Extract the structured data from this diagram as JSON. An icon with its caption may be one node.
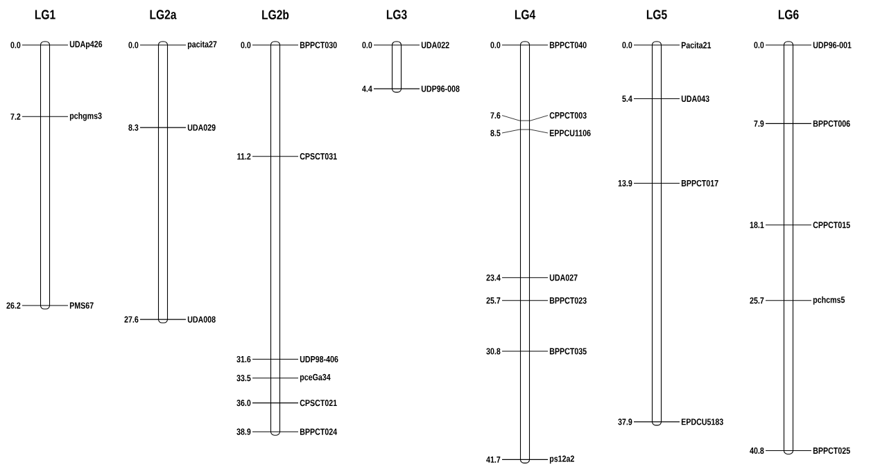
{
  "diagram": {
    "nodes": [
      {
        "text": [
          "LG1"
        ]
      },
      {
        "text": [
          "LG2a"
        ]
      },
      {
        "text": [
          "LG2b"
        ]
      },
      {
        "text": [
          "LG3"
        ]
      },
      {
        "text": [
          "LG4"
        ]
      },
      {
        "text": [
          "LG5"
        ]
      },
      {
        "text": [
          "LG6"
        ]
      }
    ],
    "labels": [
      "0.0",
      "UDAp426",
      "7.2",
      "pchgms3",
      "26.2",
      "PMS67",
      "0.0",
      "pacita27",
      "8.3",
      "UDA029",
      "27.6",
      "UDA008",
      "0.0",
      "BPPCT030",
      "11.2",
      "CPSCT031",
      "31.6",
      "UDP98-406",
      "33.5",
      "pceGa34",
      "36.0",
      "CPSCT021",
      "38.9",
      "BPPCT024",
      "0.0",
      "UDA022",
      "4.4",
      "UDP96-008",
      "0.0",
      "BPPCT040",
      "7.6",
      "CPPCT003",
      "8.5",
      "EPPCU1106",
      "23.4",
      "UDA027",
      "25.7",
      "BPPCT023",
      "30.8",
      "BPPCT035",
      "41.7",
      "ps12a2",
      "0.0",
      "Pacita21",
      "5.4",
      "UDA043",
      "13.9",
      "BPPCT017",
      "37.9",
      "EPDCU5183",
      "0.0",
      "UDP96-001",
      "7.9",
      "BPPCT006",
      "18.1",
      "CPPCT015",
      "25.7",
      "pchcms5",
      "40.8",
      "BPPCT025"
    ]
  }
}
